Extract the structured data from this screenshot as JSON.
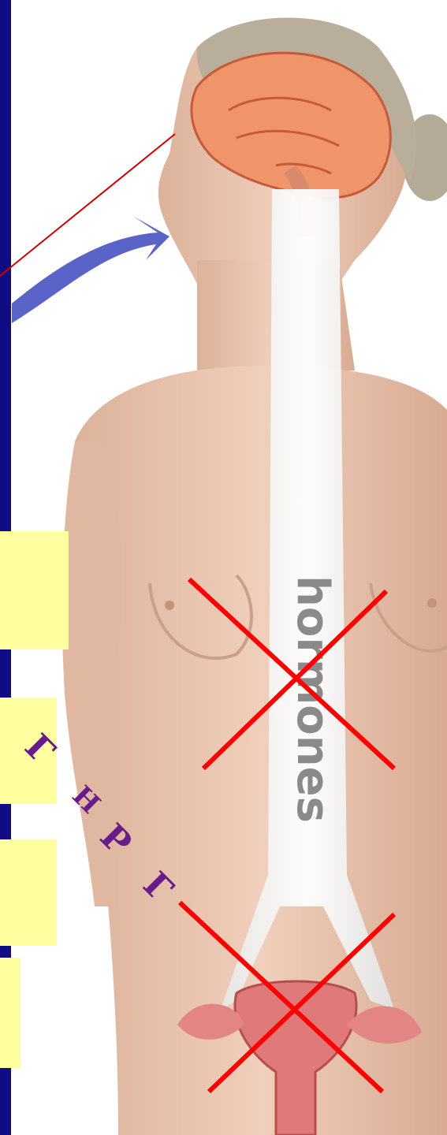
{
  "illustration": {
    "arrow_label": "hormones",
    "vertical_label_letters": [
      "Г",
      "Н",
      "Р",
      "Г"
    ]
  },
  "colors": {
    "left_stripe": "#120c84",
    "callout_box": "#ffffa0",
    "label_text": "#6a1b8a",
    "cross_mark": "#ff0000",
    "pointer_line": "#cc0000"
  }
}
